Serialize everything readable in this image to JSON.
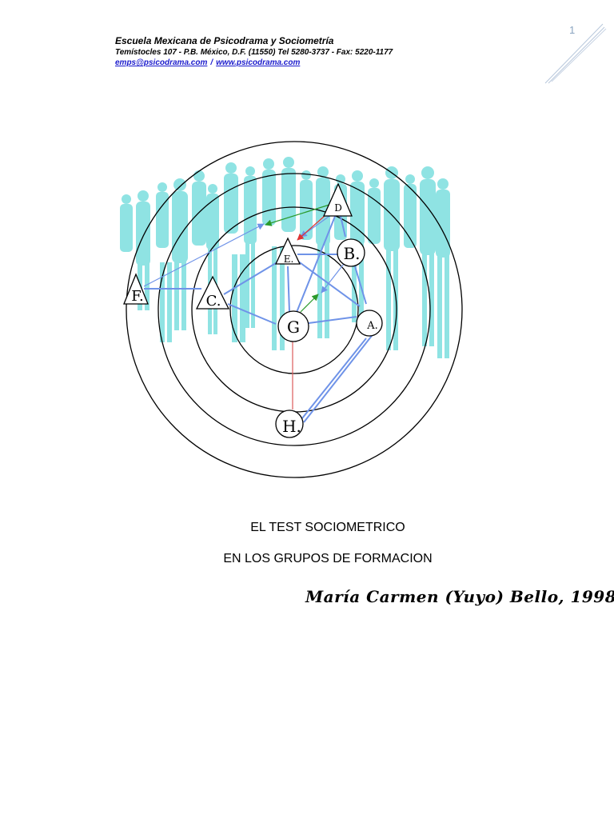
{
  "page": {
    "number": "1"
  },
  "header": {
    "org_name": "Escuela Mexicana de Psicodrama y Sociometría",
    "address": "Temístocles 107 - P.B. México, D.F. (11550)    Tel 5280-3737 -  Fax: 5220-1177",
    "email": "emps@psicodrama.com",
    "separator": "/",
    "website": "www.psicodrama.com"
  },
  "diagram": {
    "nodes": {
      "D": "D",
      "E": "E.",
      "B": "B.",
      "F": "F.",
      "C": "C.",
      "G": "G",
      "A": "A.",
      "H": "H."
    }
  },
  "titles": {
    "line1": "EL TEST SOCIOMETRICO",
    "line2": "EN LOS GRUPOS DE  FORMACION"
  },
  "author": "María Carmen (Yuyo) Bello, 1998",
  "colors": {
    "silhouette": "#8fe3e3",
    "link_blue": "#6f93e8",
    "link_red": "#dd5b5b",
    "link_green": "#2b9a2b",
    "hyperlink": "#1a1acc",
    "page_number": "#8aa4c0"
  }
}
